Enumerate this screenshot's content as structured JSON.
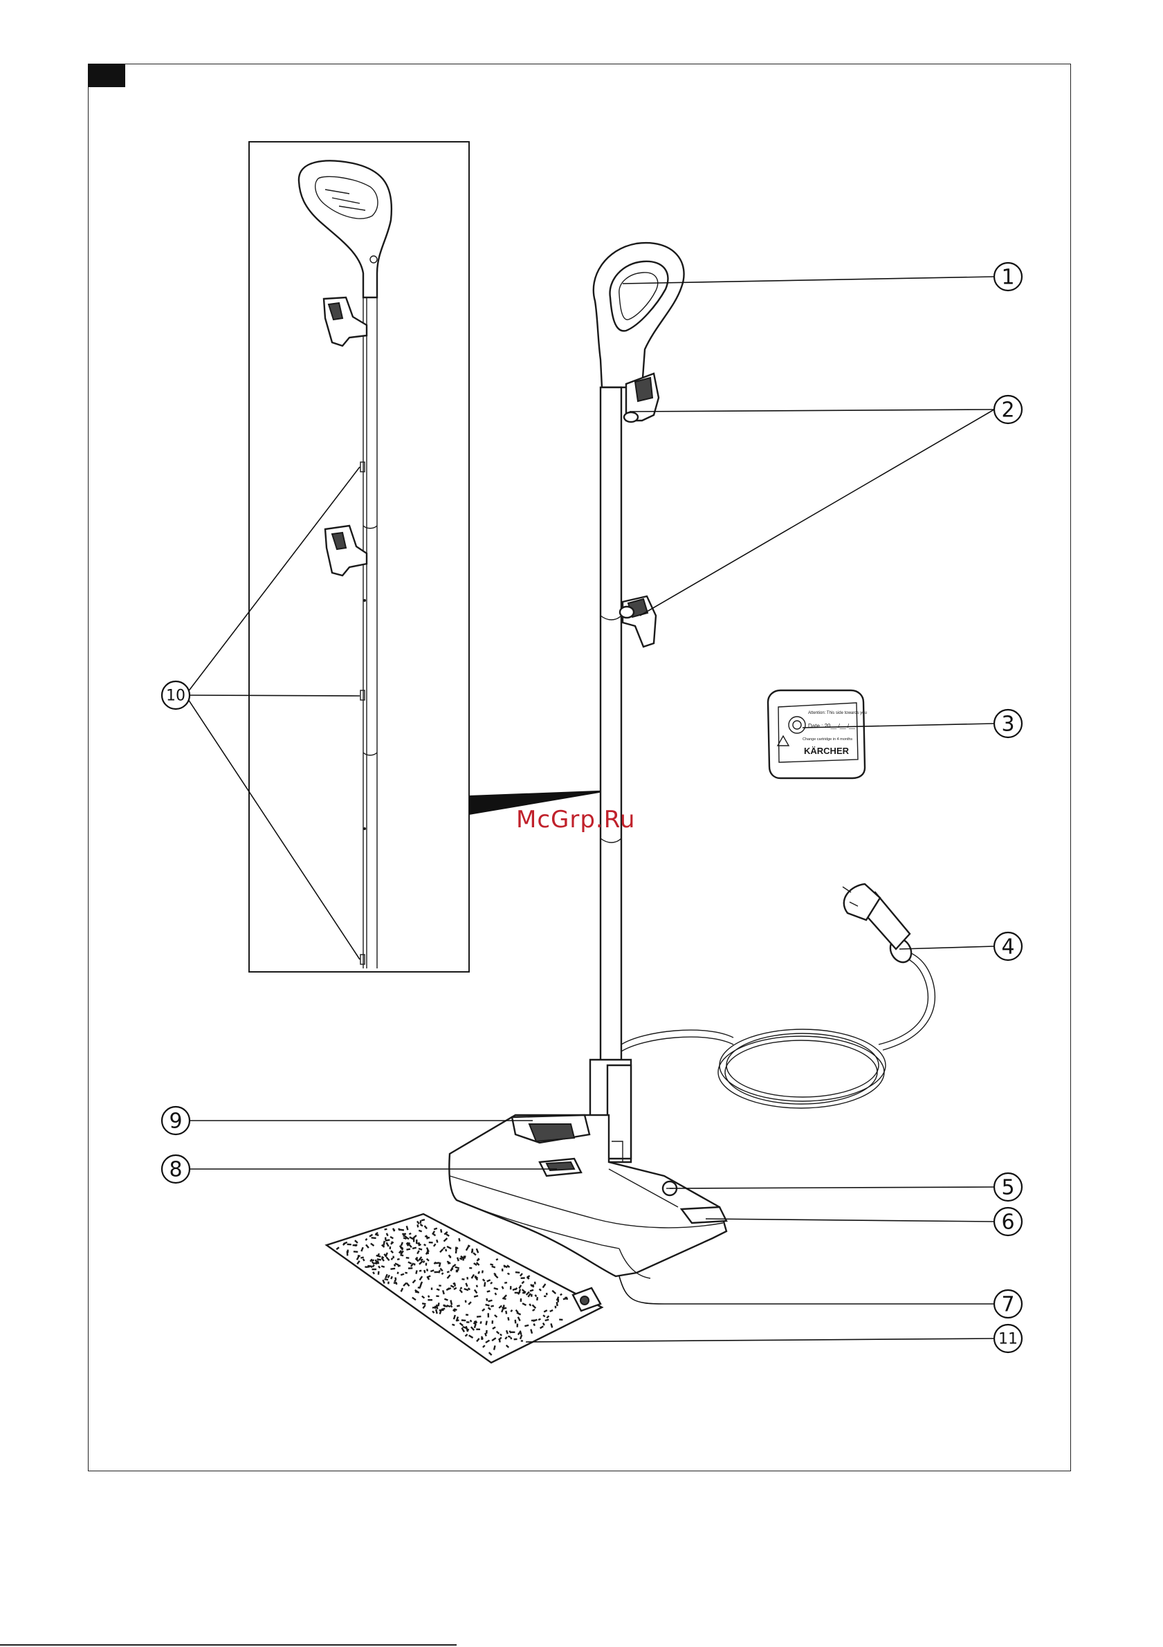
{
  "watermark": "McGrp.Ru",
  "callouts": [
    {
      "id": "1",
      "symbol": "①"
    },
    {
      "id": "2",
      "symbol": "②"
    },
    {
      "id": "3",
      "symbol": "③"
    },
    {
      "id": "4",
      "symbol": "④"
    },
    {
      "id": "5",
      "symbol": "⑤"
    },
    {
      "id": "6",
      "symbol": "⑥"
    },
    {
      "id": "7",
      "symbol": "⑦"
    },
    {
      "id": "8",
      "symbol": "⑧"
    },
    {
      "id": "9",
      "symbol": "⑨"
    },
    {
      "id": "10",
      "symbol": "⑩"
    },
    {
      "id": "11",
      "symbol": "⑪"
    }
  ],
  "cartridge_label": {
    "attention": "Attention: This side towards you",
    "date": "Date : 20__ /__ /__",
    "change_note": "Change cartridge in 4 months",
    "brand": "KÄRCHER"
  },
  "colors": {
    "line": "#1a1a1a",
    "watermark": "#c0212b"
  }
}
